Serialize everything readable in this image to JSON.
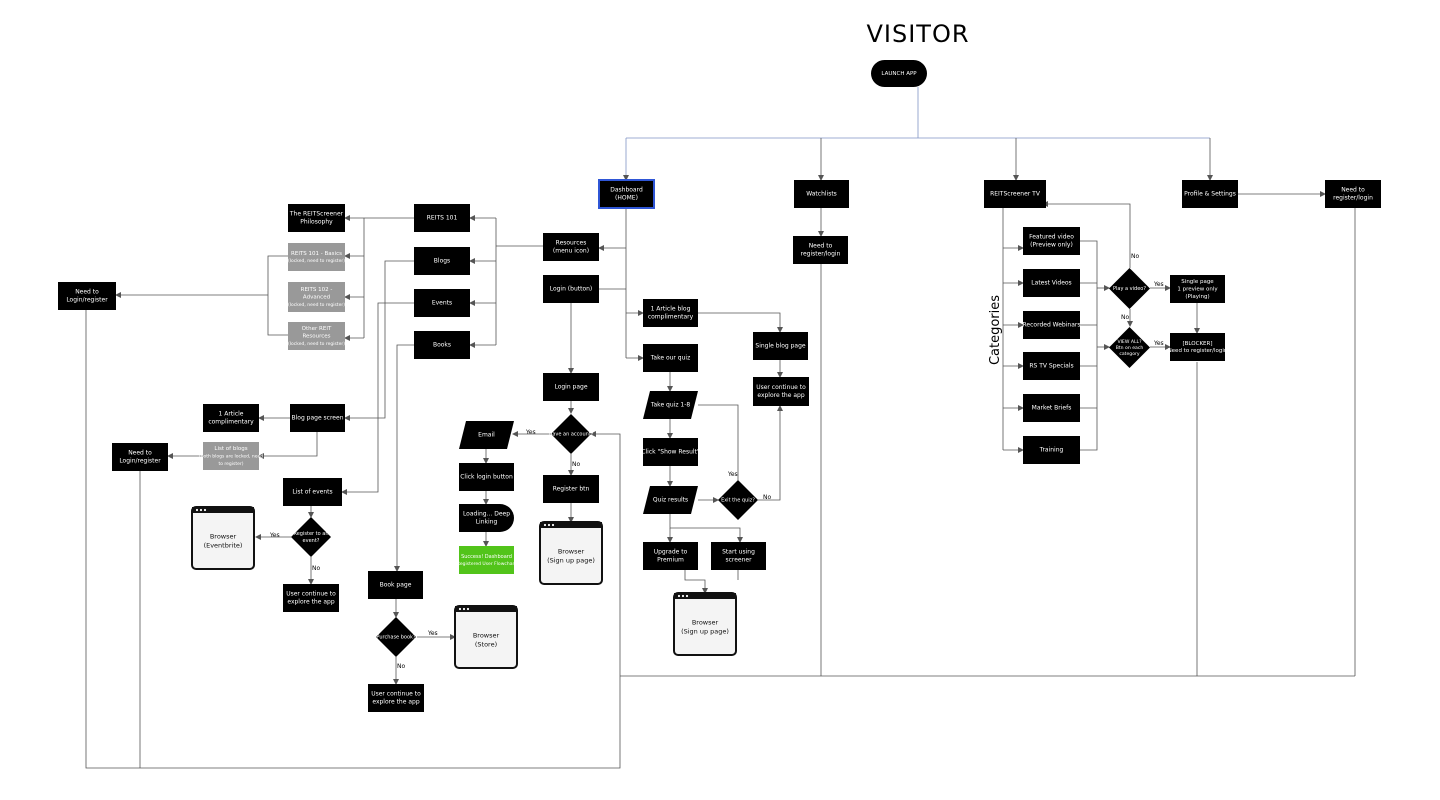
{
  "title": "VISITOR",
  "nodes": {
    "launch": "LAUNCH APP",
    "dashboard": [
      "Dashboard",
      "(HOME)"
    ],
    "watchlists": "Watchlists",
    "reitscreener_tv": "REITScreener TV",
    "profile": "Profile & Settings",
    "need_register_profile": [
      "Need to",
      "register/login"
    ],
    "need_register_watch": [
      "Need to",
      "register/login"
    ],
    "philosophy": [
      "The REITScreener",
      "Philosophy"
    ],
    "reits101": "REITS 101",
    "reits101_basics": [
      "REITS 101 - Basics",
      "(locked, need to register)"
    ],
    "reits102_adv": [
      "REITS 102 -",
      "Advanced",
      "(locked, need to register)"
    ],
    "other_reit": [
      "Other REIT",
      "Resources",
      "(locked, need to register)"
    ],
    "blogs": "Blogs",
    "events": "Events",
    "books": "Books",
    "resources": [
      "Resources",
      "(menu icon)"
    ],
    "login_button": "Login (button)",
    "need_login_left": [
      "Need to",
      "Login/register"
    ],
    "article_blog": [
      "1 Article blog",
      "complimentary"
    ],
    "take_quiz": "Take our quiz",
    "take_quiz_18": "Take quiz 1-8",
    "show_result": "Click \"Show Result\"",
    "quiz_results": "Quiz results",
    "exit_quiz": "Exit the quiz?",
    "upgrade": [
      "Upgrade to",
      "Premium"
    ],
    "start_using": [
      "Start using",
      "screener"
    ],
    "browser_signup_quiz": [
      "Browser",
      "(Sign up page)"
    ],
    "single_blog": "Single blog page",
    "continue_explore_quiz": [
      "User continue to",
      "explore the app"
    ],
    "login_page": "Login page",
    "have_account": "Have an account?",
    "email": "Email",
    "click_login": "Click login button",
    "loading": [
      "Loading... Deep",
      "Linking"
    ],
    "success": [
      "Success! Dashboard",
      "(Registered User Flowchart)"
    ],
    "register_btn": "Register btn",
    "browser_signup_login": [
      "Browser",
      "(Sign up page)"
    ],
    "blog_page_screen": "Blog page screen",
    "article_compl": [
      "1 Article",
      "complimentary"
    ],
    "list_blogs": [
      "List of blogs",
      "(both blogs are locked, need",
      "to register)"
    ],
    "need_login_blogs": [
      "Need to",
      "Login/register"
    ],
    "list_events": "List of events",
    "register_event": [
      "Register to an",
      "event?"
    ],
    "browser_eventbrite": [
      "Browser",
      "(Eventbrite)"
    ],
    "continue_explore_events": [
      "User continue to",
      "explore the app"
    ],
    "book_page": "Book page",
    "purchase_book": "Purchase book?",
    "browser_store": [
      "Browser",
      "(Store)"
    ],
    "continue_explore_books": [
      "User continue to",
      "explore the app"
    ],
    "featured_video": [
      "Featured video",
      "(Preview only)"
    ],
    "latest_videos": "Latest Videos",
    "recorded_webinars": "Recorded Webinars",
    "rs_tv_specials": "RS TV Specials",
    "market_briefs": "Market Briefs",
    "training": "Training",
    "categories": "Categories",
    "play_video": "Play a video?",
    "view_all": [
      "VIEW ALL?",
      "Btn on each",
      "category"
    ],
    "single_page_preview": [
      "Single page",
      "1 preview only",
      "(Playing)"
    ],
    "blocker": [
      "[BLOCKER]",
      "Need to register/login"
    ]
  },
  "labels": {
    "yes": "Yes",
    "no": "No"
  },
  "colors": {
    "box": "#000000",
    "locked": "#999999",
    "success": "#52c41a",
    "dashboard_border": "#2f56d6",
    "browser_fill": "#f4f4f4"
  }
}
